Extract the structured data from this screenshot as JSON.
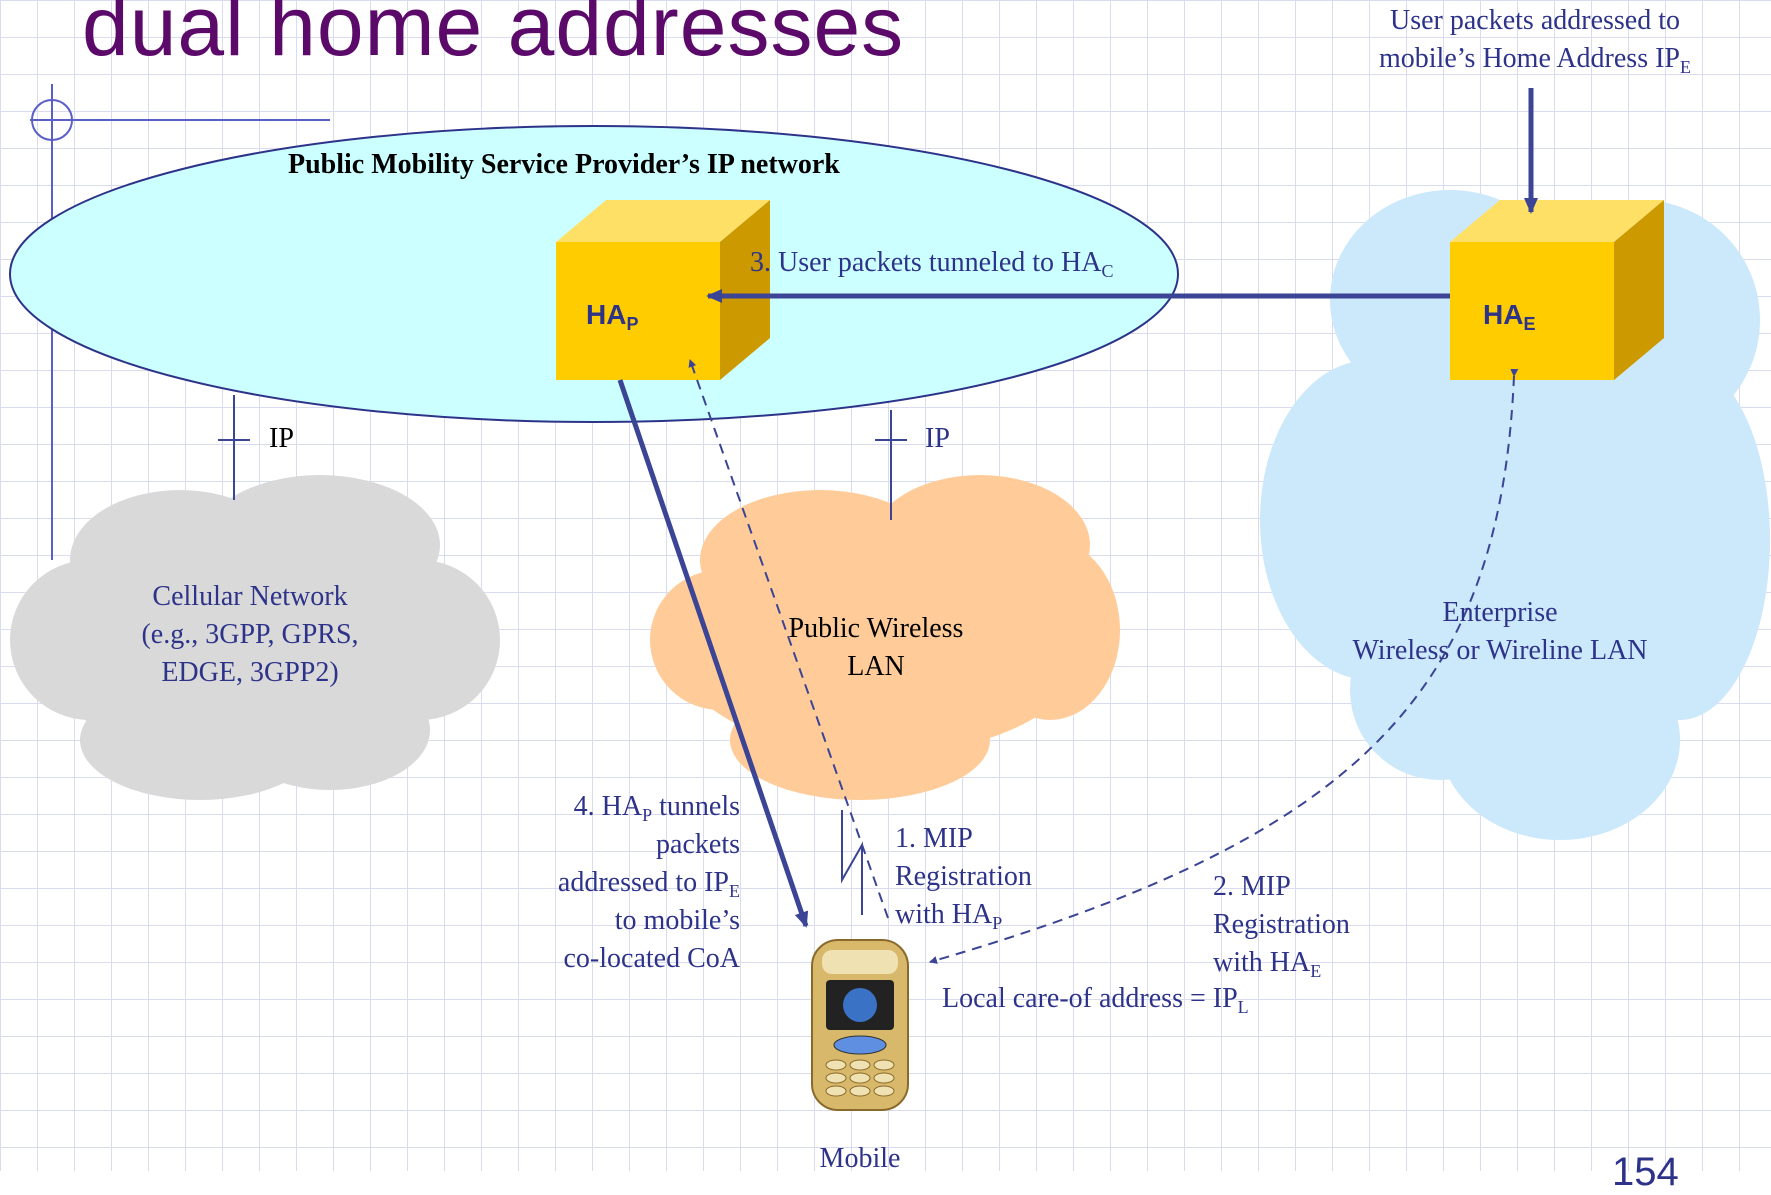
{
  "title": "dual home addresses",
  "page_number": "154",
  "user_packets": {
    "line1": "User packets addressed to",
    "line2_prefix": "mobile’s Home Address IP",
    "line2_sub": "E"
  },
  "provider_network_label": "Public Mobility Service Provider’s IP network",
  "ha_p": {
    "main": "HA",
    "sub": "P"
  },
  "ha_e": {
    "main": "HA",
    "sub": "E"
  },
  "step3": {
    "prefix": "3. User packets tunneled to HA",
    "sub": "C"
  },
  "ip_left": "IP",
  "ip_right": "IP",
  "cellular": {
    "line1": "Cellular Network",
    "line2": "(e.g., 3GPP, GPRS,",
    "line3": "EDGE, 3GPP2)"
  },
  "public_wlan": {
    "line1": "Public Wireless",
    "line2": "LAN"
  },
  "enterprise": {
    "line1": "Enterprise",
    "line2": "Wireless or Wireline LAN"
  },
  "step4": {
    "l1_pre": "4. HA",
    "l1_sub": "P",
    "l1_post": " tunnels",
    "l2": "packets",
    "l3_pre": "addressed to IP",
    "l3_sub": "E",
    "l4": "to mobile’s",
    "l5": "co-located CoA"
  },
  "step1": {
    "l1": "1. MIP",
    "l2": "Registration",
    "l3_pre": "with HA",
    "l3_sub": "P"
  },
  "step2": {
    "l1": "2. MIP",
    "l2": "Registration",
    "l3_pre": "with HA",
    "l3_sub": "E"
  },
  "local_coa": {
    "prefix": "Local care-of address = IP",
    "sub": "L"
  },
  "mobile_label": "Mobile",
  "colors": {
    "title": "#5c0a6a",
    "text": "#2e338a",
    "arrow": "#3b4495",
    "oval": "#ccffff",
    "box": "#ffcc00",
    "box_side": "#cc9900",
    "cloud_gray": "#d9d9d9",
    "cloud_orange": "#ffcc99",
    "cloud_blue": "#cce8fb"
  }
}
